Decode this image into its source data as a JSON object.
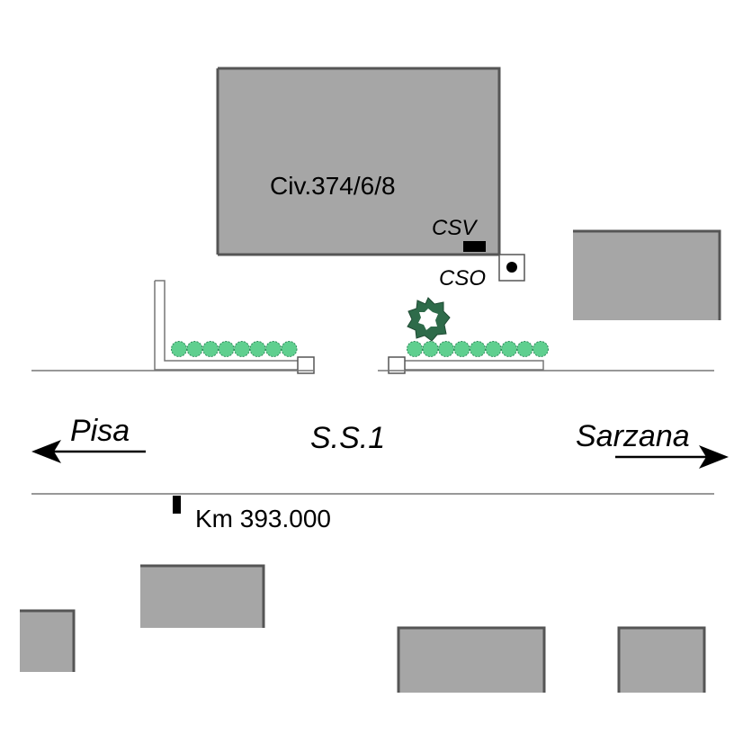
{
  "building_label": "Civ.374/6/8",
  "csv_label": "CSV",
  "cso_label": "CSO",
  "road_label": "S.S.1",
  "left_direction": "Pisa",
  "right_direction": "Sarzana",
  "km_marker": "Km 393.000",
  "colors": {
    "building": "#a6a6a6",
    "building_edge": "#555555",
    "hedge": "#5fcf8f",
    "tree": "#2e6b4a",
    "road_line": "#777777"
  }
}
